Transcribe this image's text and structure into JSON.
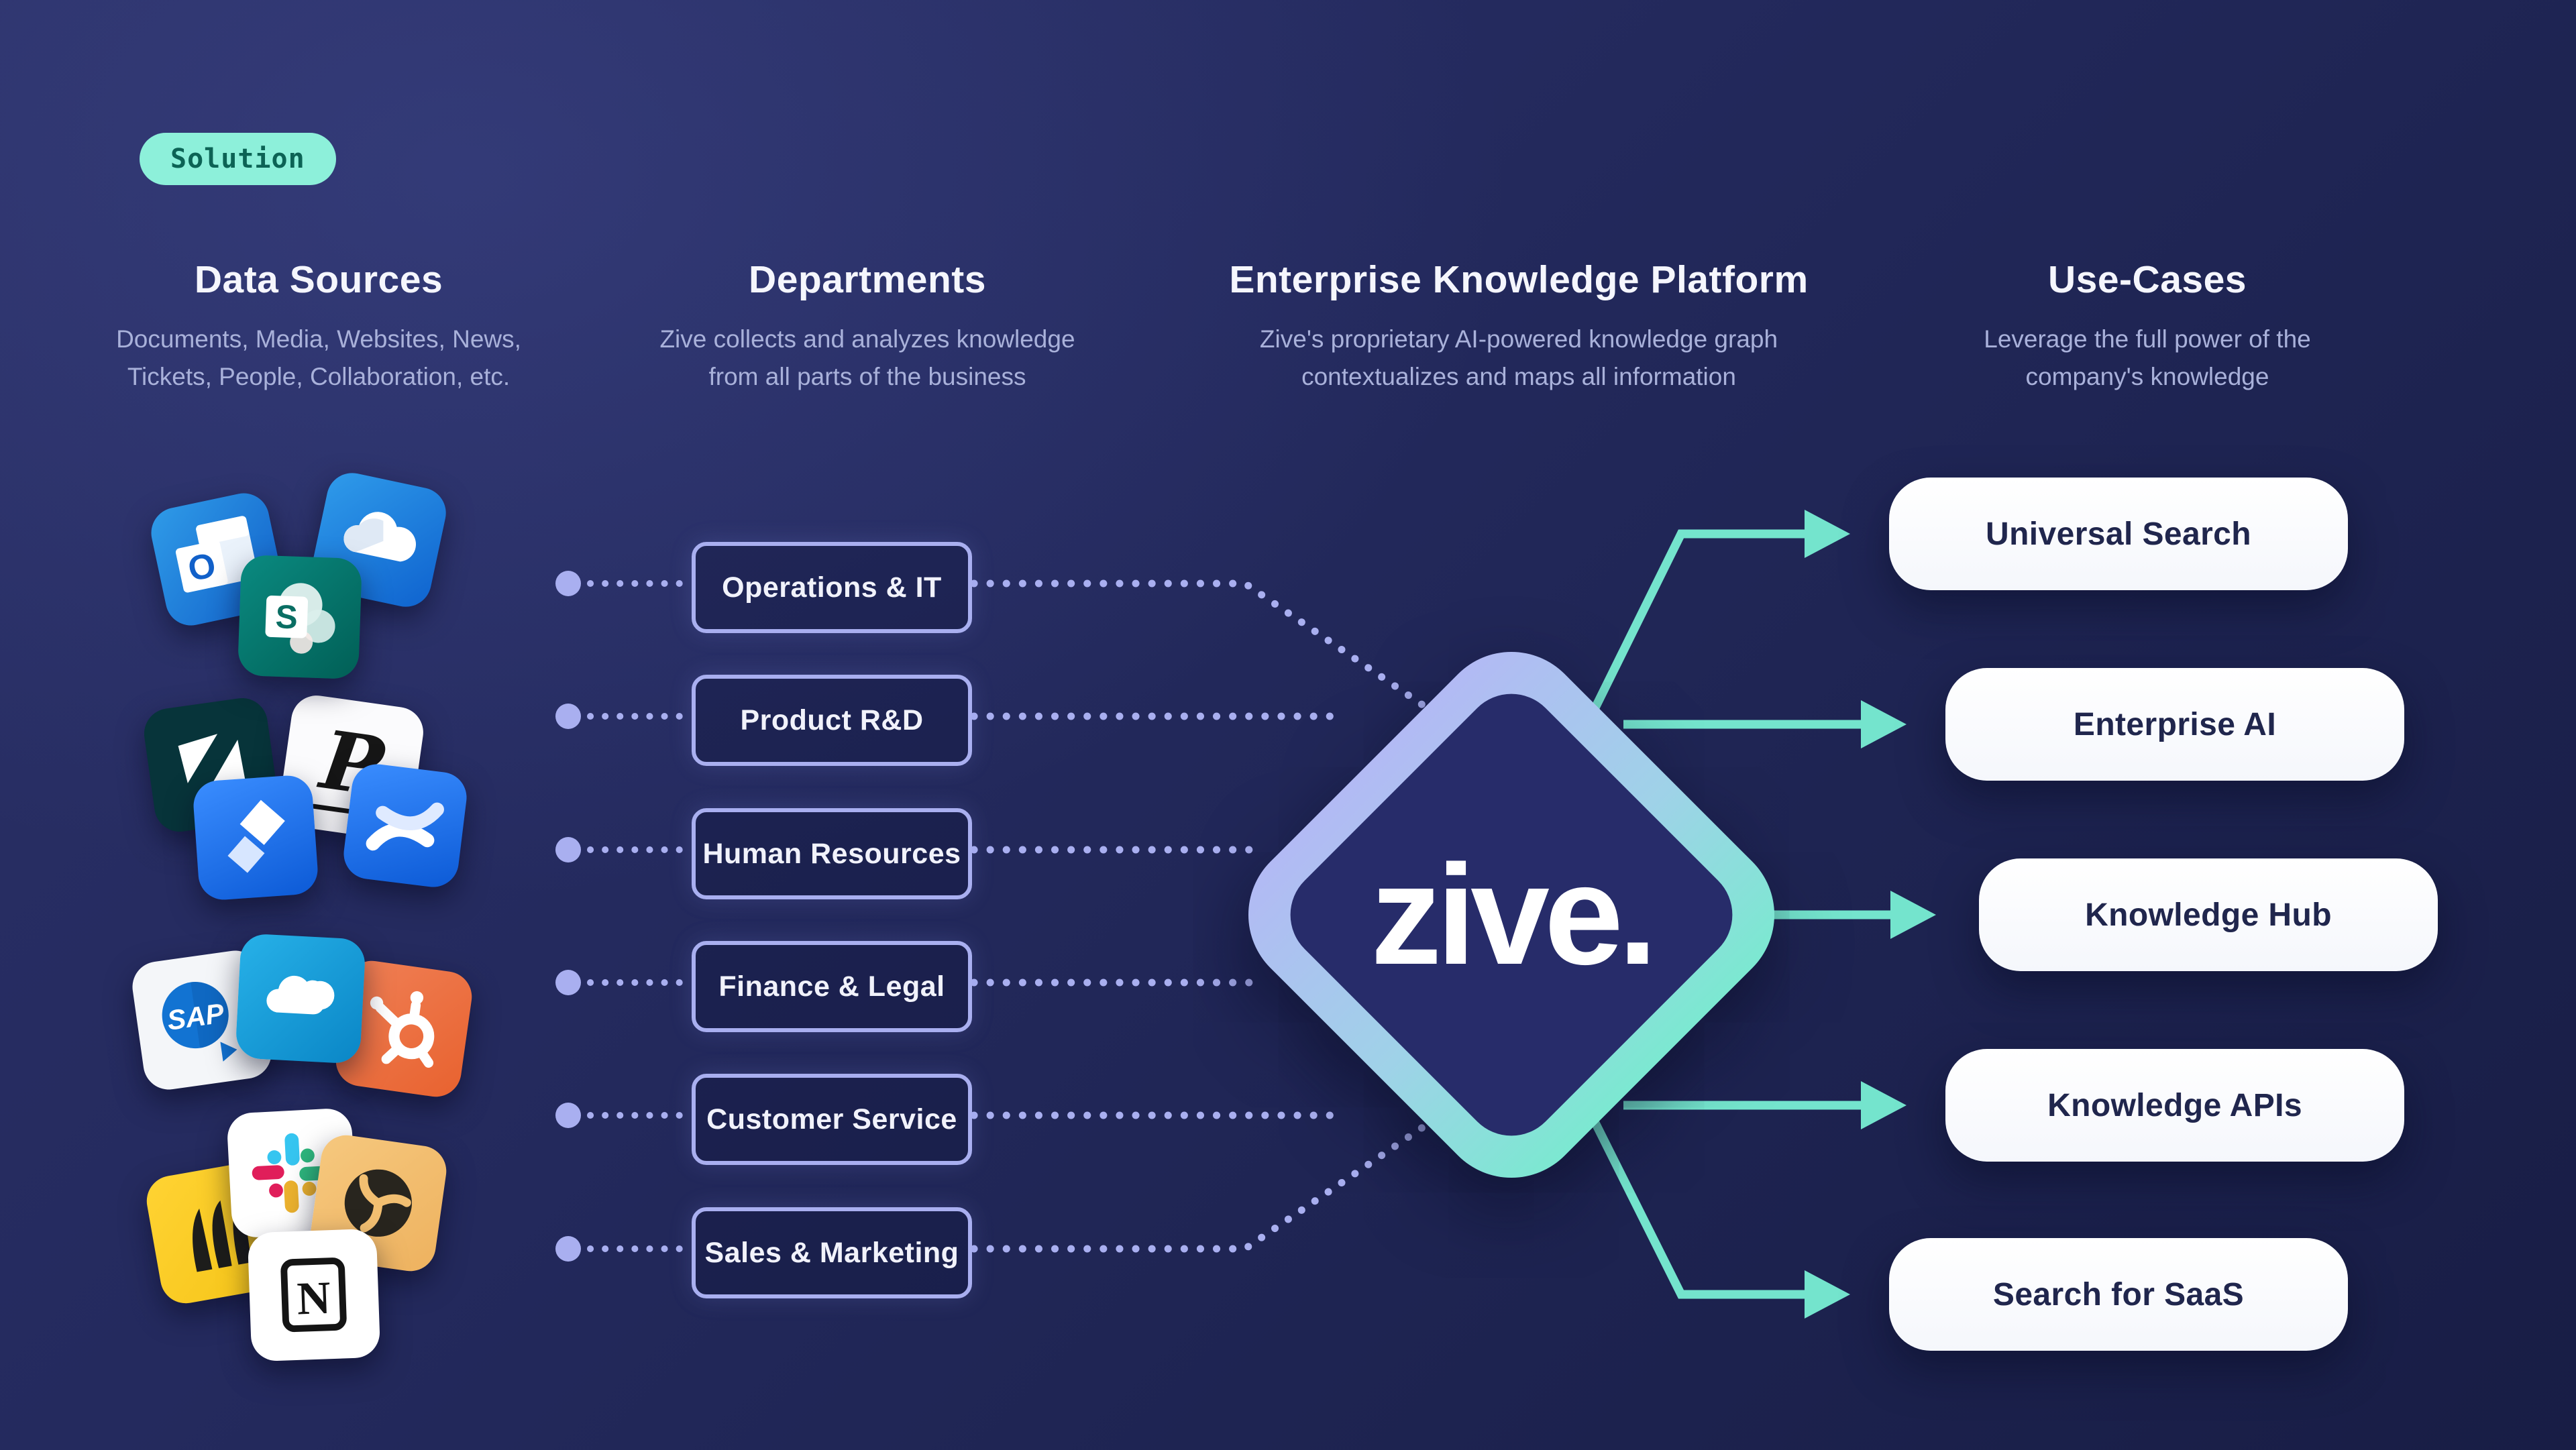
{
  "badge": {
    "label": "Solution"
  },
  "columns": [
    {
      "title": "Data Sources",
      "subtitle_line1": "Documents, Media, Websites, News,",
      "subtitle_line2": "Tickets, People, Collaboration, etc."
    },
    {
      "title": "Departments",
      "subtitle_line1": "Zive collects and analyzes knowledge",
      "subtitle_line2": "from all parts of the business"
    },
    {
      "title": "Enterprise Knowledge Platform",
      "subtitle_line1": "Zive's proprietary AI-powered knowledge graph",
      "subtitle_line2": "contextualizes and maps all information"
    },
    {
      "title": "Use-Cases",
      "subtitle_line1": "Leverage the full power of the",
      "subtitle_line2": "company's knowledge"
    }
  ],
  "departments": {
    "items": [
      "Operations & IT",
      "Product R&D",
      "Human Resources",
      "Finance & Legal",
      "Customer Service",
      "Sales & Marketing"
    ]
  },
  "platform": {
    "logo_text": "zive."
  },
  "use_cases": {
    "items": [
      "Universal Search",
      "Enterprise AI",
      "Knowledge Hub",
      "Knowledge APIs",
      "Search for SaaS"
    ]
  },
  "data_sources": {
    "apps": [
      "Outlook",
      "SharePoint",
      "OneDrive",
      "Zendesk",
      "Personio",
      "Jira",
      "Confluence",
      "SAP",
      "Salesforce",
      "HubSpot",
      "Miro",
      "Slack",
      "Swirl App",
      "Notion"
    ],
    "glyphs": {
      "outlook": "O",
      "sharepoint": "S",
      "personio": "P",
      "sap": "SAP",
      "notion": "N"
    }
  },
  "colors": {
    "background_navy": "#242a5e",
    "badge_mint": "#8df0da",
    "badge_text": "#0c6355",
    "periwinkle_accent": "#a9aff0",
    "teal_arrow": "#74e4cd",
    "diamond_gradient_start": "#b2baf4",
    "diamond_gradient_end": "#7ce8d1",
    "diamond_fill": "#272c6a",
    "pill_background": "#ffffff",
    "pill_text": "#20264d",
    "subtitle_text": "#a9b1da"
  }
}
